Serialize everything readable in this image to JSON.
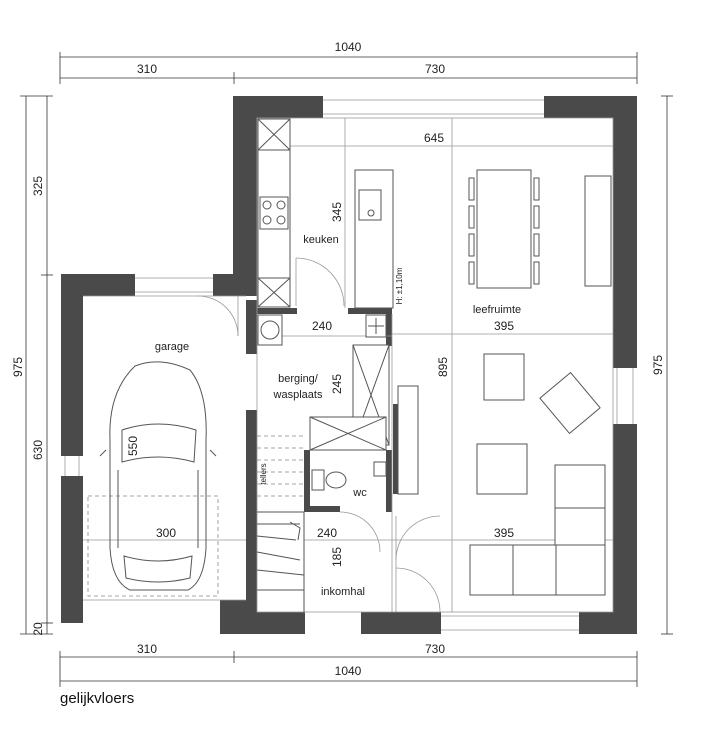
{
  "dimensions": {
    "top_total": "1040",
    "top_left": "310",
    "top_right": "730",
    "bottom_left": "310",
    "bottom_right": "730",
    "bottom_total": "1040",
    "left_upper": "325",
    "left_total": "975",
    "left_middle": "630",
    "left_bottom": "20",
    "right_total": "975",
    "living_width": "645",
    "kitchen_height": "345",
    "storage_width": "240",
    "storage_height": "245",
    "living_width_mid": "395",
    "living_height": "895",
    "living_width_low": "395",
    "hall_width": "240",
    "hall_height": "185",
    "garage_width": "300",
    "garage_length": "550"
  },
  "rooms": {
    "kitchen": "keuken",
    "living": "leefruimte",
    "garage": "garage",
    "storage_line1": "berging/",
    "storage_line2": "wasplaats",
    "wc": "wc",
    "hall": "inkomhal",
    "meters": "tellers"
  },
  "annotations": {
    "counter_height": "H: ±1,10m"
  },
  "caption": "gelijkvloers",
  "colors": {
    "wall": "#4a4a4a",
    "line": "#555555",
    "background": "#ffffff"
  }
}
